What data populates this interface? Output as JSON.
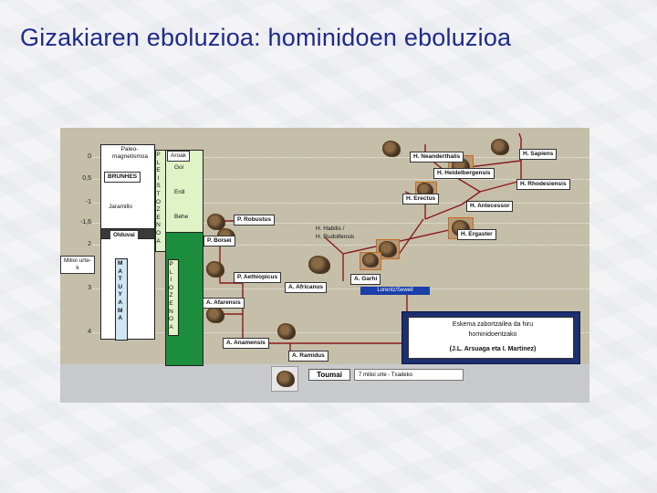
{
  "title": "Gizakiaren eboluzioa: hominidoen eboluzioa",
  "diagram": {
    "axis_ticks": [
      "0",
      "0,5",
      "-1",
      "-1,6",
      "2",
      "3",
      "4"
    ],
    "axis_caption": "Milioi urte-k",
    "col_paleomag": "Paleo-magnetismoa",
    "brunhes": "BRUNHES",
    "jaramillo": "Jaramillo",
    "olduvai": "Olduvai",
    "matuyama": [
      "M",
      "A",
      "T",
      "U",
      "Y",
      "A",
      "M",
      "A"
    ],
    "col_pleistozenoa": [
      "P",
      "L",
      "E",
      "I",
      "S",
      "T",
      "O",
      "Z",
      "E",
      "N",
      "O",
      "A"
    ],
    "col_pliozenoa": [
      "P",
      "L",
      "I",
      "O",
      "Z",
      "E",
      "N",
      "O",
      "A"
    ],
    "col_period_header": "Aroak",
    "period_goi": "Goi",
    "period_erdi": "Erdi",
    "period_behe": "Behe",
    "species": {
      "h_sapiens": "H. Sapiens",
      "h_neanderthalis": "H. Neanderthalis",
      "h_heidelbergensis": "H. Heidelbergensis",
      "h_rhodesiensis": "H. Rhodesiensis",
      "h_erectus": "H. Erectus",
      "h_antecessor": "H. Antecessor",
      "p_robustus": "P. Robustus",
      "h_habilis": "H. Habilis /",
      "h_rudolfensis": "H. Rudolfensis",
      "h_ergaster": "H. Ergaster",
      "p_boisei": "P. Boisei",
      "p_aethiopicus": "P. Aethiopicus",
      "a_africanus": "A. Africanus",
      "a_garhi": "A. Garhi",
      "a_afarensis": "A. Afarensis",
      "a_anamensis": "A. Anamensis",
      "a_ramidus": "A. Ramidus",
      "toumai": "Toumai"
    },
    "lorentz": "Lorentz/Sewell",
    "legend_line1": "Eskema zabortzailea da hiru",
    "legend_line2": "hominidoentzako",
    "legend_line3": "(J.L. Arsuaga eta I. Martinez)",
    "toumai_note": "7 milioi urte - Txadeko"
  },
  "colors": {
    "title": "#1f2a8a",
    "figure_bg": "#c5bfaa",
    "pleistocene_col": "#dff3c6",
    "pliocene_col": "#1b8d3d",
    "legend_frame": "#1c2f6e",
    "lorentz_bar": "#1a3fa8",
    "connector": "#8b1a1a"
  }
}
